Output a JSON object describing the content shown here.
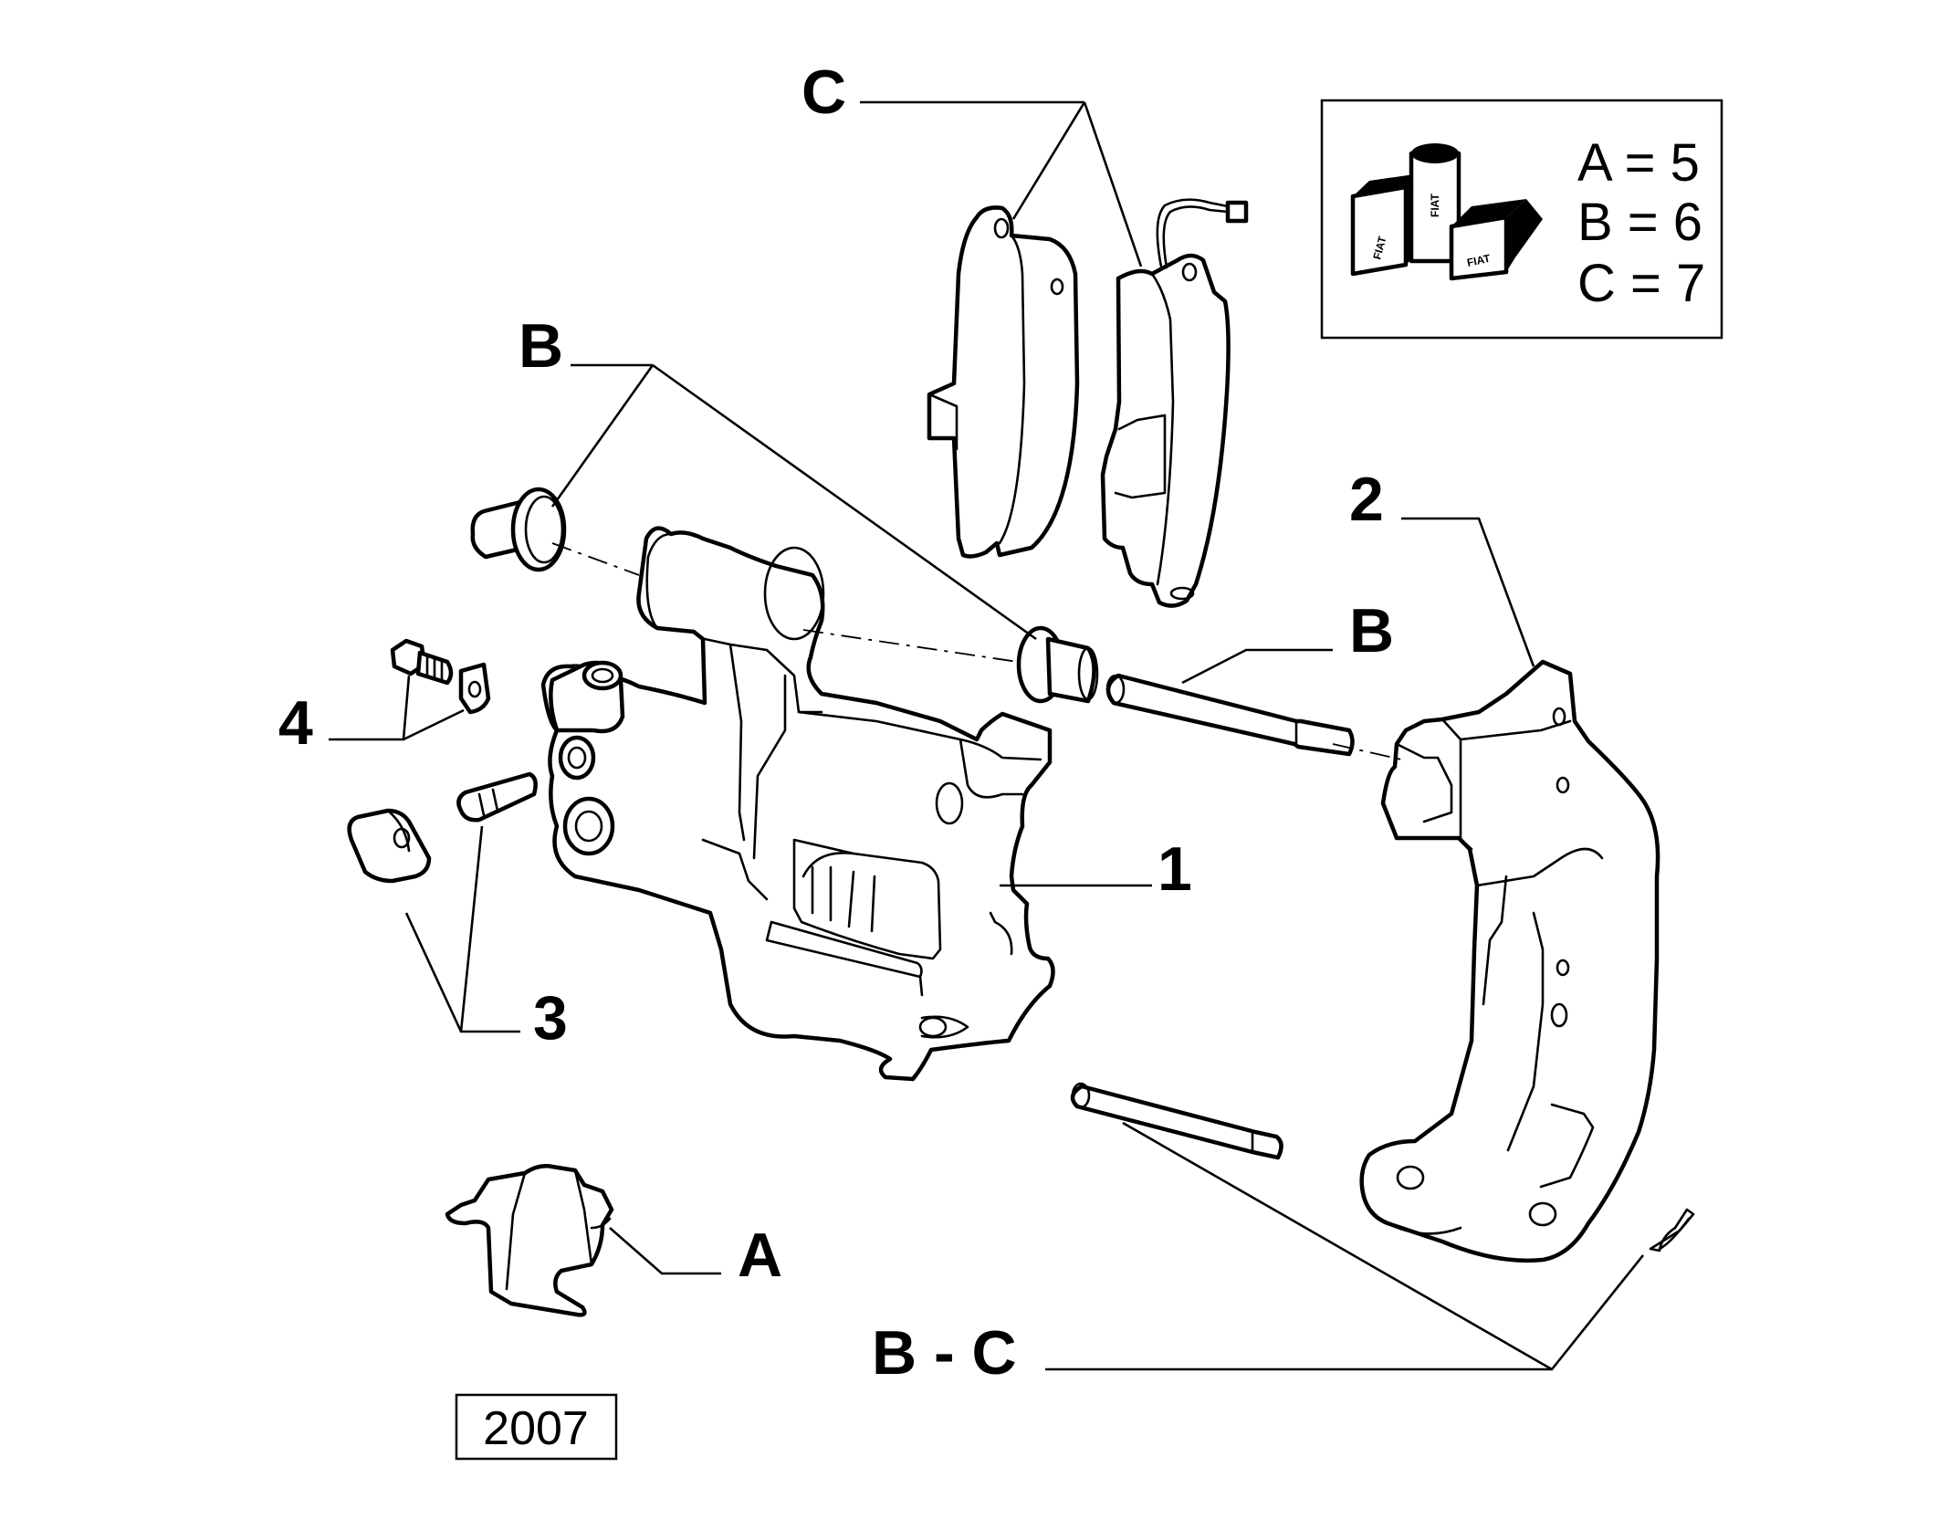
{
  "callouts": {
    "c_top": "C",
    "b_top": "B",
    "b_right": "B",
    "n1": "1",
    "n2": "2",
    "n3": "3",
    "n4": "4",
    "a": "A",
    "bc": "B - C"
  },
  "kit_box": {
    "lines": [
      "A = 5",
      "B = 6",
      "C = 7"
    ],
    "icon": "fiat-parts-boxes-icon",
    "icon_text": [
      "FIAT",
      "FIAT",
      "FIAT"
    ]
  },
  "year_label": "2007",
  "colors": {
    "line": "#000000",
    "background": "#ffffff"
  }
}
